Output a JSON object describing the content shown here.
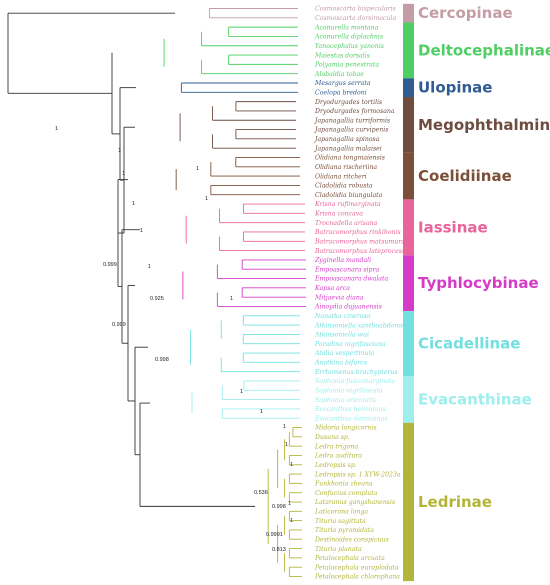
{
  "clades": [
    {
      "name": "Cercopinae",
      "color": "#c49ca6",
      "taxa": [
        "Cosmoscarta bispecularis",
        "Cosmoscarta dorsimacula"
      ]
    },
    {
      "name": "Deltocephalinae",
      "color": "#4fcf63",
      "taxa": [
        "Aconurella montana",
        "Aconurella diplachnis",
        "Yanocephalus yanonis",
        "Maiestas dorsalis",
        "Polyamia penestrata",
        "Alobaldia tobae"
      ]
    },
    {
      "name": "Ulopinae",
      "color": "#2e5c93",
      "taxa": [
        "Mesargus serrata",
        "Coelopa bredoni"
      ]
    },
    {
      "name": "Megophthalminae",
      "color": "#6e4d40",
      "taxa": [
        "Dryodurgades tortilis",
        "Dryodurgades formosana",
        "Japanagallia turriformis",
        "Japanagallia curvipenis",
        "Japanagallia spinosa",
        "Japanagallia malaisei"
      ]
    },
    {
      "name": "Coelidiinae",
      "color": "#7a5038",
      "taxa": [
        "Olidiana tongmaiensis",
        "Olidiana rischeriina",
        "Olidiana ritcheri",
        "Cladolidia robusta",
        "Cladolidia biungulata"
      ]
    },
    {
      "name": "Iassinae",
      "color": "#e8649a",
      "taxa": [
        "Krisna rufimarginata",
        "Krisna concava",
        "Trocnadella arisana",
        "Batracomorphus rinkihonis",
        "Batracomorphus matsumurai",
        "Batracomorphus lateprocessus"
      ]
    },
    {
      "name": "Typhlocybinae",
      "color": "#d63bc7",
      "taxa": [
        "Zyginella mandali",
        "Empoascanara sipra",
        "Empoascanara dwalata",
        "Kapsa arca",
        "Mitjaevia diana",
        "Ainoydia dujuanensis"
      ]
    },
    {
      "name": "Cicadellinae",
      "color": "#72e0e0",
      "taxa": [
        "Nanatka cinerosa",
        "Atkinsoniella xanthoabdomena",
        "Atkinsoniella wui",
        "Paradina nigrifasciana",
        "Atalia vespertinula",
        "Anatkina bifurca",
        "Errhomenus brachypterus"
      ]
    },
    {
      "name": "Evacanthinae",
      "color": "#9eeeee",
      "taxa": [
        "Sophonia fuscomarginata",
        "Sophonia nigrilineata",
        "Sophonia orientalis",
        "Evacanthus heimianus",
        "Evacanthus danmainus"
      ]
    },
    {
      "name": "Ledrinae",
      "color": "#b3b53a",
      "taxa": [
        "Midoria longicornis",
        "Dusuna sp.",
        "Ledra trigona",
        "Ledra auditura",
        "Ledropsis sp.",
        "Ledropsis sp. 1 XYW-2023a",
        "Funkhonia zheana",
        "Confucius compluta",
        "Lataranus gangshanensis",
        "Laticorona longa",
        "Tituria sagittata",
        "Tituria pyramidata",
        "Destinoides conspicuus",
        "Tituria planata",
        "Petalocephala arcuata",
        "Petalocephala euraplodata",
        "Petalocephala chlorophana"
      ]
    }
  ],
  "support_values": [
    {
      "value": "1",
      "node": "root"
    },
    {
      "value": "0.999",
      "node": "iassinae-parent"
    },
    {
      "value": "0.999",
      "node": "cicadellinae-parent"
    },
    {
      "value": "0.925",
      "node": "typhlocybinae-inner"
    },
    {
      "value": "0.998",
      "node": "cicadellinae-inner"
    },
    {
      "value": "0.536",
      "node": "ledrinae-inner"
    },
    {
      "value": "0.998",
      "node": "ledrinae-mid"
    },
    {
      "value": "0.9991",
      "node": "ledrinae-tituria"
    },
    {
      "value": "0.813",
      "node": "ledrinae-destinoides"
    },
    {
      "value": "1",
      "node": "generic"
    }
  ]
}
